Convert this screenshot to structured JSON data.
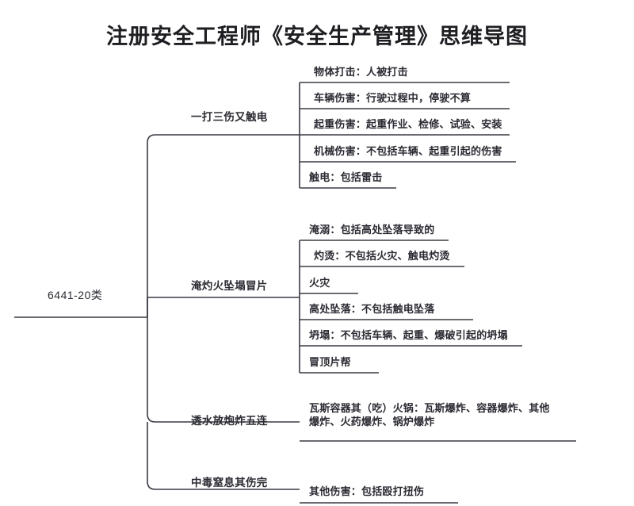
{
  "page": {
    "title": "注册安全工程师《安全生产管理》思维导图",
    "line_color": "#3a3a44",
    "text_color": "#2b2b33",
    "background": "#ffffff"
  },
  "mindmap": {
    "root": {
      "label": "6441-20类"
    },
    "branches": [
      {
        "label": "一打三伤又触电",
        "leaves": [
          {
            "label": "物体打击：人被打击"
          },
          {
            "label": "车辆伤害：行驶过程中，停驶不算"
          },
          {
            "label": "起重伤害：起重作业、检修、试验、安装"
          },
          {
            "label": "机械伤害：不包括车辆、起重引起的伤害"
          },
          {
            "label": "触电：包括雷击"
          }
        ]
      },
      {
        "label": "淹灼火坠塌冒片",
        "leaves": [
          {
            "label": "淹溺：包括高处坠落导致的"
          },
          {
            "label": "灼烫：不包括火灾、触电灼烫"
          },
          {
            "label": "火灾"
          },
          {
            "label": "高处坠落：不包括触电坠落"
          },
          {
            "label": "坍塌：不包括车辆、起重、爆破引起的坍塌"
          },
          {
            "label": "冒顶片帮"
          }
        ]
      },
      {
        "label": "透水放炮炸五连",
        "leaves": [
          {
            "label": "瓦斯容器其（吃）火锅：瓦斯爆炸、容器爆炸、其他爆炸、火药爆炸、锅炉爆炸"
          }
        ]
      },
      {
        "label": "中毒窒息其伤完",
        "leaves": [
          {
            "label": "其他伤害：包括殴打扭伤"
          }
        ]
      }
    ]
  }
}
